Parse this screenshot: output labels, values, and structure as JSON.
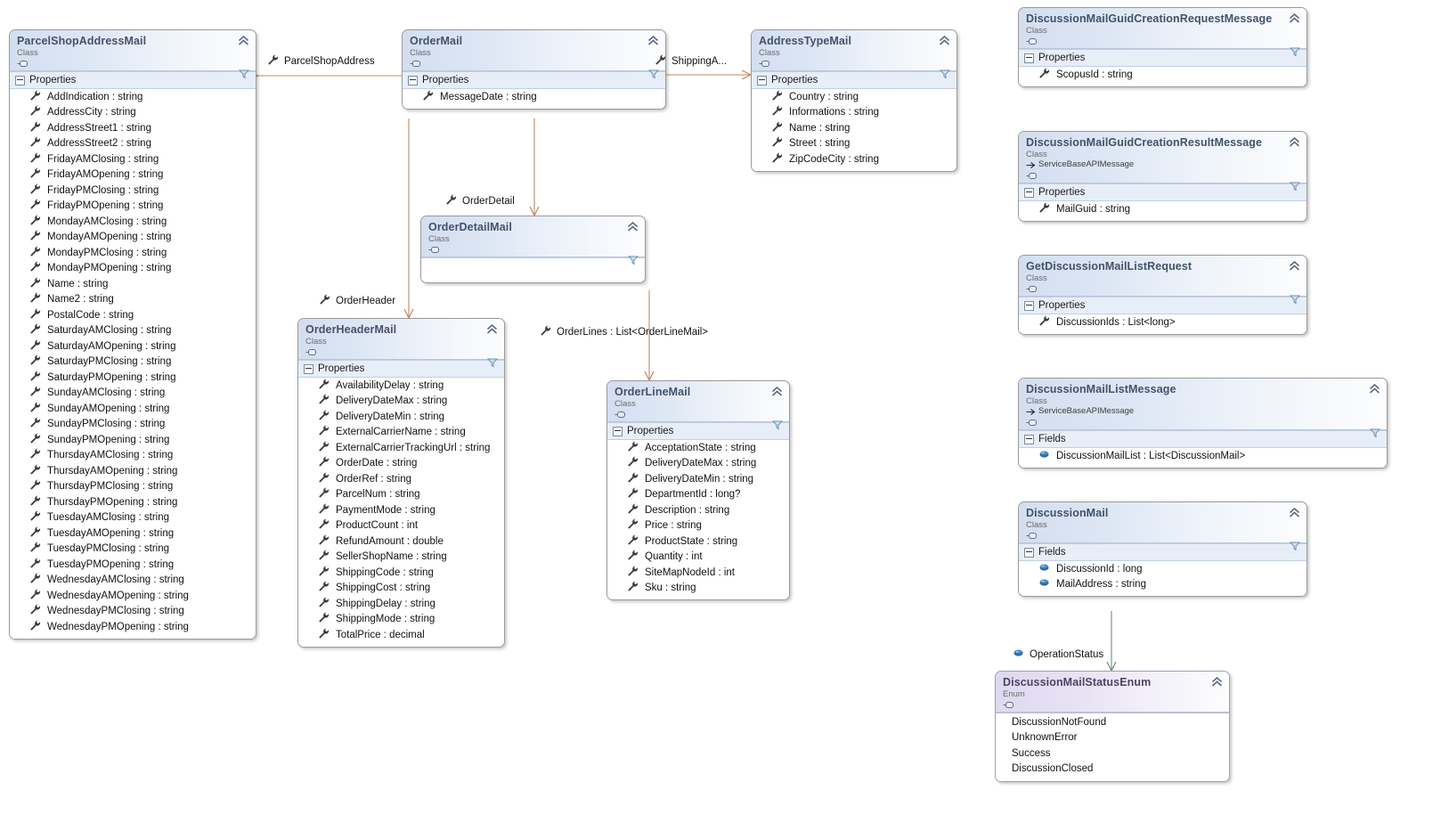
{
  "diagram": {
    "kind": "uml-class-diagram",
    "accent_connector_color": "#c08a62",
    "inherit_connector_color": "#6f9072",
    "class_header_color": "#d3def0",
    "enum_header_color": "#ded9ef",
    "title_text_color": "#42536b"
  },
  "classes": [
    {
      "id": "ParcelShopAddressMail",
      "name": "ParcelShopAddressMail",
      "stereotype": "Class",
      "base": "",
      "compartment": "Properties",
      "icon": "property-icon",
      "members": [
        "AddIndication : string",
        "AddressCity : string",
        "AddressStreet1 : string",
        "AddressStreet2 : string",
        "FridayAMClosing : string",
        "FridayAMOpening : string",
        "FridayPMClosing : string",
        "FridayPMOpening : string",
        "MondayAMClosing : string",
        "MondayAMOpening : string",
        "MondayPMClosing : string",
        "MondayPMOpening : string",
        "Name : string",
        "Name2 : string",
        "PostalCode : string",
        "SaturdayAMClosing : string",
        "SaturdayAMOpening : string",
        "SaturdayPMClosing : string",
        "SaturdayPMOpening : string",
        "SundayAMClosing : string",
        "SundayAMOpening : string",
        "SundayPMClosing : string",
        "SundayPMOpening : string",
        "ThursdayAMClosing : string",
        "ThursdayAMOpening : string",
        "ThursdayPMClosing : string",
        "ThursdayPMOpening : string",
        "TuesdayAMClosing : string",
        "TuesdayAMOpening : string",
        "TuesdayPMClosing : string",
        "TuesdayPMOpening : string",
        "WednesdayAMClosing : string",
        "WednesdayAMOpening : string",
        "WednesdayPMClosing : string",
        "WednesdayPMOpening : string"
      ]
    },
    {
      "id": "OrderMail",
      "name": "OrderMail",
      "stereotype": "Class",
      "base": "",
      "compartment": "Properties",
      "icon": "property-icon",
      "members": [
        "MessageDate : string"
      ]
    },
    {
      "id": "AddressTypeMail",
      "name": "AddressTypeMail",
      "stereotype": "Class",
      "base": "",
      "compartment": "Properties",
      "icon": "property-icon",
      "members": [
        "Country : string",
        "Informations : string",
        "Name : string",
        "Street : string",
        "ZipCodeCity : string"
      ]
    },
    {
      "id": "OrderDetailMail",
      "name": "OrderDetailMail",
      "stereotype": "Class",
      "base": "",
      "compartment": "",
      "icon": "property-icon",
      "members": []
    },
    {
      "id": "OrderHeaderMail",
      "name": "OrderHeaderMail",
      "stereotype": "Class",
      "base": "",
      "compartment": "Properties",
      "icon": "property-icon",
      "members": [
        "AvailabilityDelay : string",
        "DeliveryDateMax : string",
        "DeliveryDateMin : string",
        "ExternalCarrierName : string",
        "ExternalCarrierTrackingUrl : string",
        "OrderDate : string",
        "OrderRef : string",
        "ParcelNum : string",
        "PaymentMode : string",
        "ProductCount : int",
        "RefundAmount : double",
        "SellerShopName : string",
        "ShippingCode : string",
        "ShippingCost : string",
        "ShippingDelay : string",
        "ShippingMode : string",
        "TotalPrice : decimal"
      ]
    },
    {
      "id": "OrderLineMail",
      "name": "OrderLineMail",
      "stereotype": "Class",
      "base": "",
      "compartment": "Properties",
      "icon": "property-icon",
      "members": [
        "AcceptationState : string",
        "DeliveryDateMax : string",
        "DeliveryDateMin : string",
        "DepartmentId : long?",
        "Description : string",
        "Price : string",
        "ProductState : string",
        "Quantity : int",
        "SiteMapNodeId : int",
        "Sku : string"
      ]
    },
    {
      "id": "DiscussionMailGuidCreationRequestMessage",
      "name": "DiscussionMailGuidCreationRequestMessage",
      "stereotype": "Class",
      "base": "",
      "compartment": "Properties",
      "icon": "property-icon",
      "members": [
        "ScopusId : string"
      ]
    },
    {
      "id": "DiscussionMailGuidCreationResultMessage",
      "name": "DiscussionMailGuidCreationResultMessage",
      "stereotype": "Class",
      "base": "ServiceBaseAPIMessage",
      "compartment": "Properties",
      "icon": "property-icon",
      "members": [
        "MailGuid : string"
      ]
    },
    {
      "id": "GetDiscussionMailListRequest",
      "name": "GetDiscussionMailListRequest",
      "stereotype": "Class",
      "base": "",
      "compartment": "Properties",
      "icon": "property-icon",
      "members": [
        "DiscussionIds : List<long>"
      ]
    },
    {
      "id": "DiscussionMailListMessage",
      "name": "DiscussionMailListMessage",
      "stereotype": "Class",
      "base": "ServiceBaseAPIMessage",
      "compartment": "Fields",
      "icon": "field-icon",
      "members": [
        "DiscussionMailList : List<DiscussionMail>"
      ]
    },
    {
      "id": "DiscussionMail",
      "name": "DiscussionMail",
      "stereotype": "Class",
      "base": "",
      "compartment": "Fields",
      "icon": "field-icon",
      "members": [
        "DiscussionId : long",
        "MailAddress : string"
      ]
    },
    {
      "id": "DiscussionMailStatusEnum",
      "name": "DiscussionMailStatusEnum",
      "stereotype": "Enum",
      "base": "",
      "compartment": "",
      "icon": "none",
      "members": [
        "DiscussionNotFound",
        "UnknownError",
        "Success",
        "DiscussionClosed"
      ]
    }
  ],
  "connector_labels": [
    {
      "id": "parcelShopAddress",
      "text": "ParcelShopAddress",
      "icon": "property-icon"
    },
    {
      "id": "shippingAddress",
      "text": "ShippingA...",
      "icon": "property-icon"
    },
    {
      "id": "orderDetail",
      "text": "OrderDetail",
      "icon": "property-icon"
    },
    {
      "id": "orderHeader",
      "text": "OrderHeader",
      "icon": "property-icon"
    },
    {
      "id": "orderLines",
      "text": "OrderLines : List<OrderLineMail>",
      "icon": "property-icon"
    },
    {
      "id": "operationStatus",
      "text": "OperationStatus",
      "icon": "field-icon"
    }
  ]
}
